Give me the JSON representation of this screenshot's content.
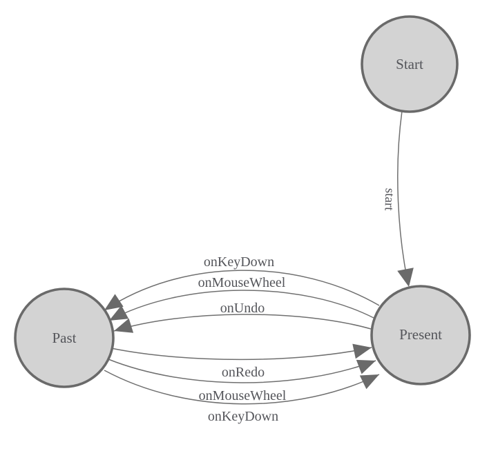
{
  "diagram": {
    "type": "state-machine",
    "background_color": "#ffffff",
    "node_fill_color": "#d3d3d3",
    "node_border_color": "#6a6a6a",
    "edge_color": "#6f6f6f",
    "arrow_color": "#6a6a6a",
    "text_color": "#54555a",
    "nodes": [
      {
        "id": "start",
        "label": "Start"
      },
      {
        "id": "past",
        "label": "Past"
      },
      {
        "id": "present",
        "label": "Present"
      }
    ],
    "edges": [
      {
        "from": "Start",
        "to": "Present",
        "label": "start"
      },
      {
        "from": "Present",
        "to": "Past",
        "label": "onKeyDown"
      },
      {
        "from": "Present",
        "to": "Past",
        "label": "onMouseWheel"
      },
      {
        "from": "Present",
        "to": "Past",
        "label": "onUndo"
      },
      {
        "from": "Past",
        "to": "Present",
        "label": "onRedo"
      },
      {
        "from": "Past",
        "to": "Present",
        "label": "onMouseWheel"
      },
      {
        "from": "Past",
        "to": "Present",
        "label": "onKeyDown"
      }
    ]
  }
}
